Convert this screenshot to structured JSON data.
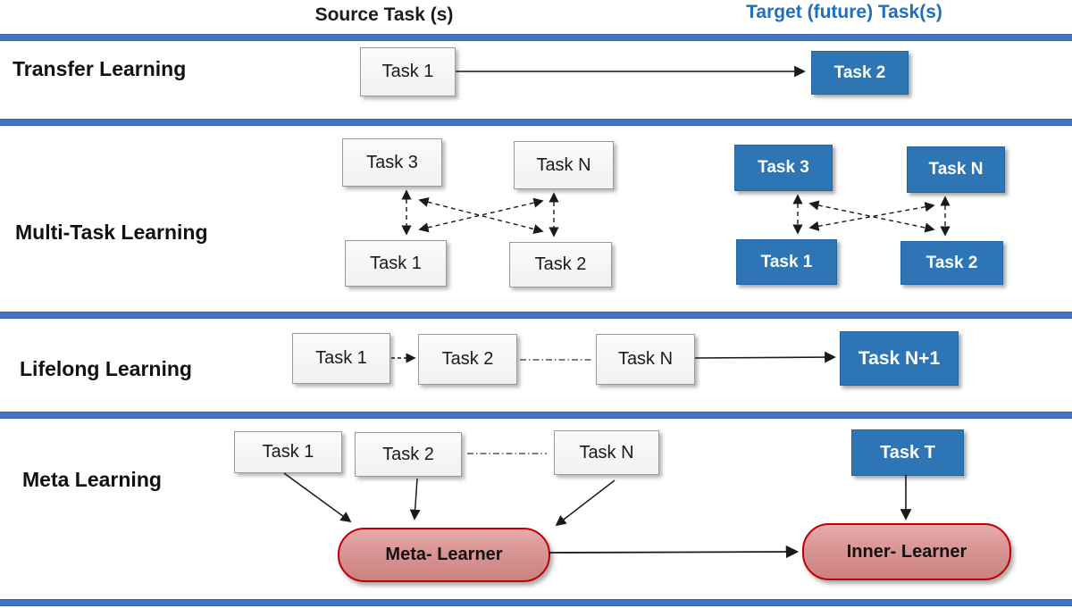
{
  "header": {
    "source": "Source Task (s)",
    "target": "Target (future) Task(s)"
  },
  "rows": {
    "transfer": {
      "label": "Transfer Learning",
      "source_task": "Task 1",
      "target_task": "Task 2"
    },
    "multitask": {
      "label": "Multi-Task Learning",
      "source_tasks": {
        "top_left": "Task 3",
        "top_right": "Task N",
        "bottom_left": "Task 1",
        "bottom_right": "Task 2"
      },
      "target_tasks": {
        "top_left": "Task 3",
        "top_right": "Task N",
        "bottom_left": "Task 1",
        "bottom_right": "Task 2"
      }
    },
    "lifelong": {
      "label": "Lifelong Learning",
      "task1": "Task 1",
      "task2": "Task 2",
      "taskN": "Task N",
      "target_task": "Task N+1"
    },
    "meta": {
      "label": "Meta Learning",
      "task1": "Task 1",
      "task2": "Task 2",
      "taskN": "Task N",
      "target_task": "Task T",
      "meta_learner": "Meta- Learner",
      "inner_learner": "Inner- Learner"
    }
  },
  "colors": {
    "accent_blue": "#2E75B6",
    "divider_blue": "#4472C4",
    "header_blue": "#1E6FC0",
    "pill_fill": "#D99594",
    "pill_border": "#C00000",
    "arrow_black": "#1a1a1a"
  }
}
